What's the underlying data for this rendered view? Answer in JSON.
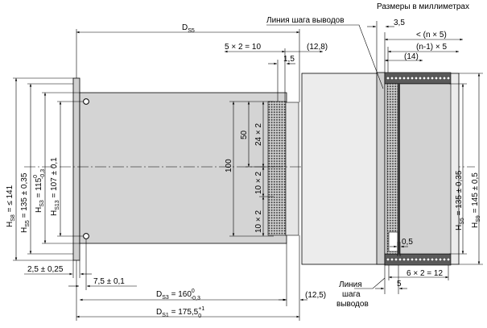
{
  "note_top_right": "Размеры в миллиметрах",
  "pitch_line_label_top": "Линия шага выводов",
  "pitch_line_label_bottom": [
    "Линия",
    "шага",
    "выводов"
  ],
  "side_view": {
    "DS5": {
      "main": "D",
      "sub": "S5"
    },
    "dim_5x2": "5 × 2 = 10",
    "dim_12_8": "(12,8)",
    "dim_1_5": "1,5",
    "HS8": {
      "main": "H",
      "sub": "S8",
      "rest": " = ≤ 141"
    },
    "HS5": {
      "main": "H",
      "sub": "S5",
      "rest": " = 135 ± 0,35"
    },
    "HS3": {
      "main": "H",
      "sub": "S3",
      "rest": " = 115",
      "sup": "0",
      "low": "-0,3"
    },
    "HS13": {
      "main": "H",
      "sub": "S13",
      "rest": " = 107 ± 0,1"
    },
    "dim_50": "50",
    "dim_24x2": "24 × 2",
    "dim_100": "100",
    "dim_10x2_a": "10 × 2",
    "dim_10x2_b": "10 × 2",
    "dim_2_5": "2,5 ± 0,25",
    "dim_7_5": "7,5 ± 0,1",
    "DS3": {
      "main": "D",
      "sub": "S3",
      "rest": " = 160",
      "sup": "0",
      "low": "-0,3"
    },
    "DS1": {
      "main": "D",
      "sub": "S1",
      "rest": " = 175,5",
      "sup": "+1",
      "low": "0"
    },
    "dim_12_5": "(12,5)"
  },
  "end_view": {
    "dim_3_5": "3,5",
    "dim_lt_n5": "< (n × 5)",
    "dim_n1x5": "(n-1) × 5",
    "dim_14": "(14)",
    "HS5": {
      "main": "H",
      "sub": "S5",
      "rest": " = 135 ± 0,35"
    },
    "HS9": {
      "main": "H",
      "sub": "S9",
      "rest": " = 145 ± 0,5"
    },
    "dim_0_5": "0,5",
    "dim_6x2": "6 × 2 = 12",
    "dim_5": "5"
  }
}
